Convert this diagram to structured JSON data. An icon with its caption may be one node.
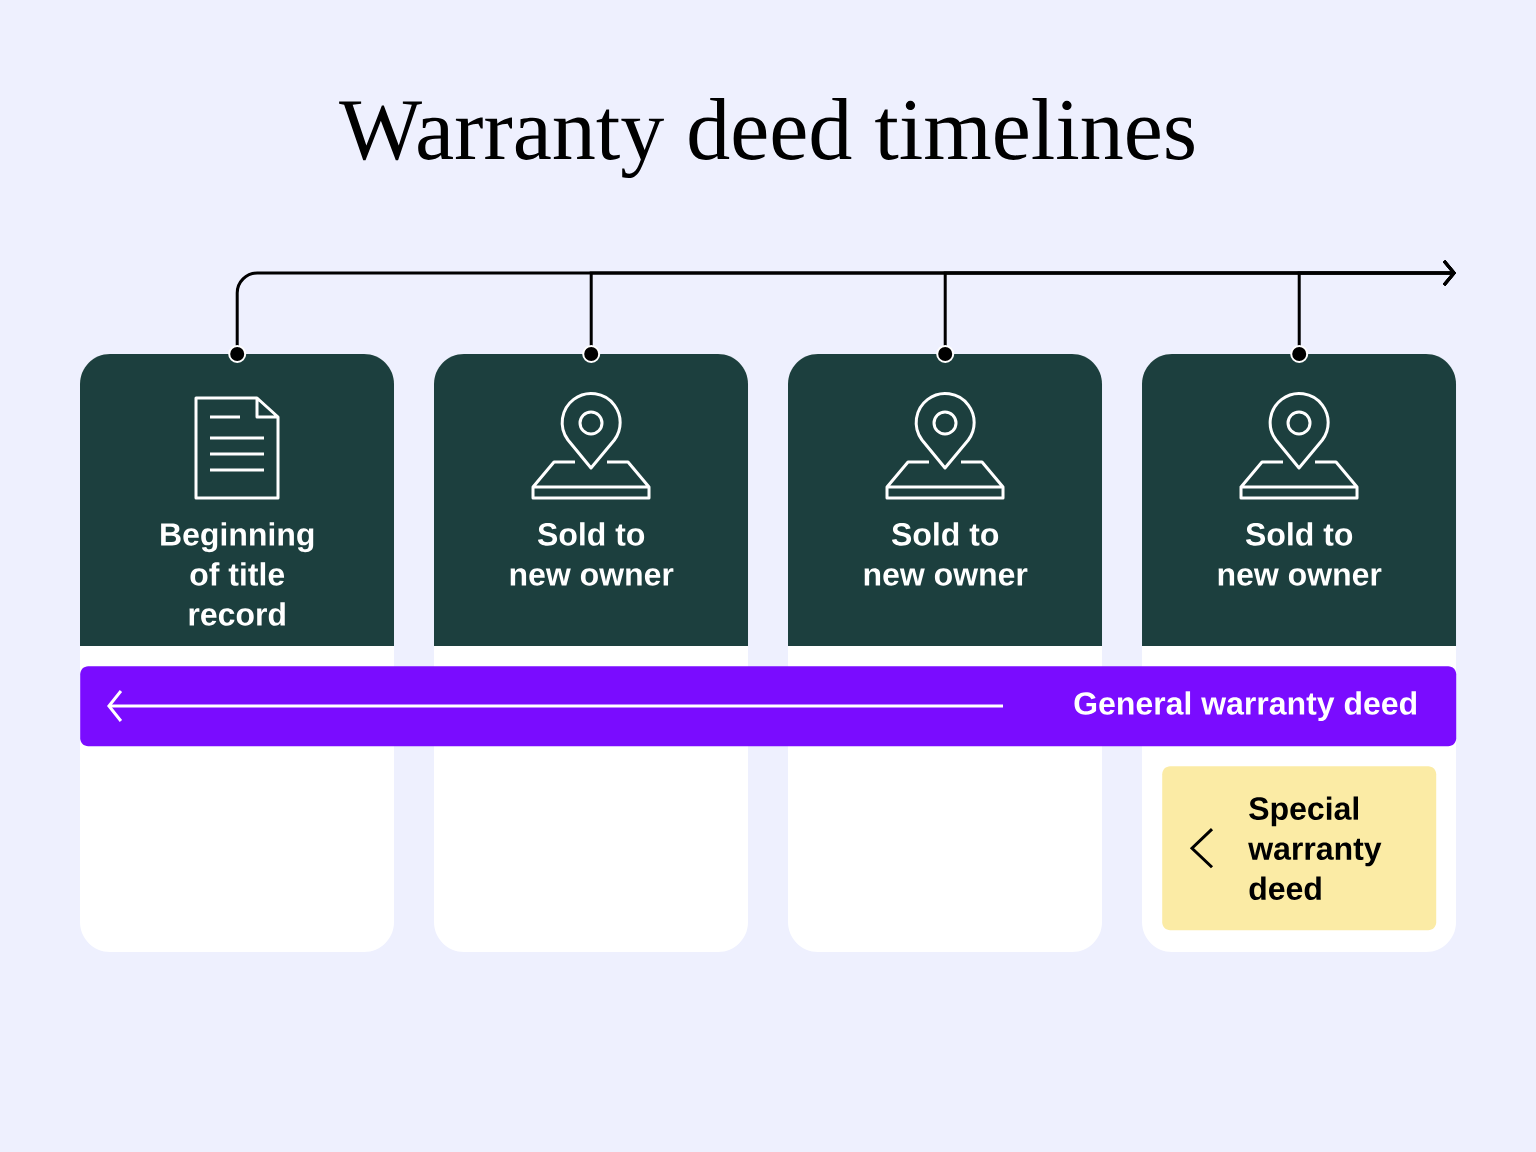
{
  "diagram": {
    "title": "Warranty deed timelines",
    "nodes": [
      {
        "text": [
          "Beginning of title record"
        ]
      },
      {
        "text": [
          "Sold to new owner"
        ]
      },
      {
        "text": [
          "Sold to new owner"
        ]
      },
      {
        "text": [
          "Sold to new owner"
        ]
      },
      {
        "text": [
          "General warranty deed"
        ]
      },
      {
        "text": [
          "Special warranty deed"
        ],
        "in": 3
      }
    ],
    "edges": [
      {
        "from": 0,
        "to": null,
        "arrow": "to"
      },
      {
        "from": 1,
        "to": null,
        "arrow": "to"
      },
      {
        "from": 2,
        "to": null,
        "arrow": "to"
      },
      {
        "from": 3,
        "to": null,
        "arrow": "to"
      }
    ]
  }
}
